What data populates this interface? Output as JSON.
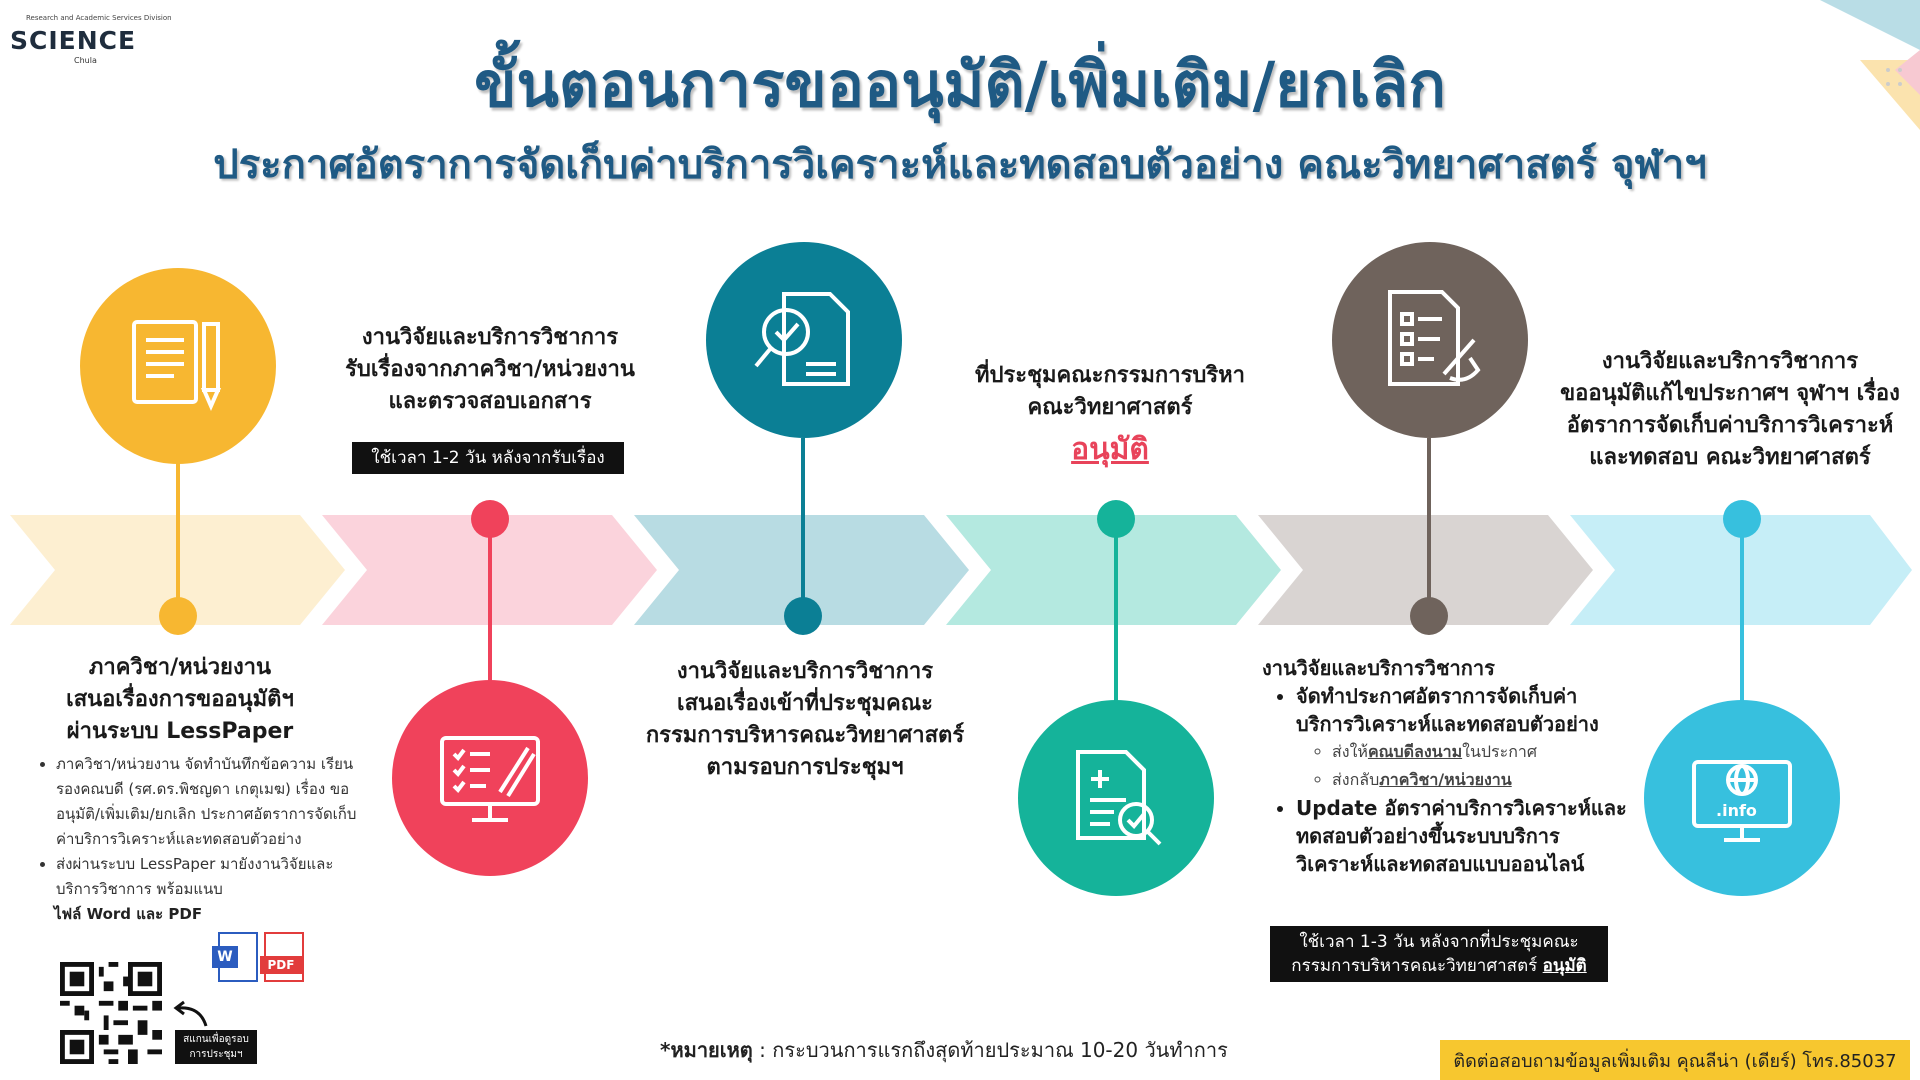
{
  "logo": {
    "tagline": "Research and Academic Services Division",
    "word": "SCIENCE",
    "sub": "Chula"
  },
  "header": {
    "title": "ขั้นตอนการขออนุมัติ/เพิ่มเติม/ยกเลิก",
    "subtitle": "ประกาศอัตราการจัดเก็บค่าบริการวิเคราะห์และทดสอบตัวอย่าง คณะวิทยาศาสตร์ จุฬาฯ"
  },
  "colors": {
    "step1": "#f7b731",
    "step2": "#f0425b",
    "step3": "#0b7f95",
    "step4": "#15b39a",
    "step5": "#6f635c",
    "step6": "#37c0de"
  },
  "icons": {
    "step1": "document-pencil-icon",
    "step2": "checklist-monitor-icon",
    "step3": "document-magnifier-icon",
    "step4": "document-check-icon",
    "step5": "form-signing-icon",
    "step6": "info-website-icon"
  },
  "steps": {
    "s1": {
      "line1": "ภาควิชา/หน่วยงาน",
      "line2": "เสนอเรื่องการขออนุมัติฯ",
      "line3": "ผ่านระบบ LessPaper",
      "bullet1": "ภาควิชา/หน่วยงาน จัดทำบันทึกข้อความ เรียน รองคณบดี (รศ.ดร.พิชญดา เกตุเมฆ) เรื่อง ขออนุมัติ/เพิ่มเติม/ยกเลิก ประกาศอัตราการจัดเก็บค่าบริการวิเคราะห์และทดสอบตัวอย่าง",
      "bullet2": "ส่งผ่านระบบ LessPaper มายังงานวิจัยและบริการวิชาการ พร้อมแนบ",
      "files": "ไฟล์ Word และ PDF",
      "word_label": "W",
      "pdf_label": "PDF",
      "scan_note": "สแกนเพื่อดูรอบการประชุมฯ"
    },
    "s2": {
      "line1": "งานวิจัยและบริการวิชาการ",
      "line2": "รับเรื่องจากภาควิชา/หน่วยงาน",
      "line3": "และตรวจสอบเอกสาร",
      "badge": "ใช้เวลา 1-2 วัน หลังจากรับเรื่อง"
    },
    "s3": {
      "line1": "งานวิจัยและบริการวิชาการ",
      "line2": "เสนอเรื่องเข้าที่ประชุมคณะ",
      "line3": "กรรมการบริหารคณะวิทยาศาสตร์",
      "line4": "ตามรอบการประชุมฯ"
    },
    "s4": {
      "line1": "ที่ประชุมคณะกรรมการบริหา",
      "line2": "คณะวิทยาศาสตร์",
      "approve": "อนุมัติ"
    },
    "s5": {
      "heading": "งานวิจัยและบริการวิชาการ",
      "b1": "จัดทำประกาศอัตราการจัดเก็บค่าบริการวิเคราะห์และทดสอบตัวอย่าง",
      "b1a_pre": "ส่งให้",
      "b1a_u": "คณบดีลงนาม",
      "b1a_post": "ในประกาศ",
      "b1b_pre": "ส่งกลับ",
      "b1b_u": "ภาควิชา/หน่วยงาน",
      "b2": "Update อัตราค่าบริการวิเคราะห์และทดสอบตัวอย่างขึ้นระบบบริการวิเคราะห์และทดสอบแบบออนไลน์",
      "badge_line1": "ใช้เวลา 1-3 วัน หลังจากที่ประชุมคณะ",
      "badge_line2": "กรรมการบริหารคณะวิทยาศาสตร์",
      "badge_u": "อนุมัติ"
    },
    "s6": {
      "line1": "งานวิจัยและบริการวิชาการ",
      "line2": "ขออนุมัติแก้ไขประกาศฯ จุฬาฯ เรื่อง",
      "line3": "อัตราการจัดเก็บค่าบริการวิเคราะห์",
      "line4": "และทดสอบ คณะวิทยาศาสตร์"
    }
  },
  "footer": {
    "note_bold": "*หมายเหตุ",
    "note_rest": " : กระบวนการแรกถึงสุดท้ายประมาณ 10-20 วันทำการ",
    "contact": "ติดต่อสอบถามข้อมูลเพิ่มเติม คุณลีน่า (เดียร์) โทร.85037"
  }
}
